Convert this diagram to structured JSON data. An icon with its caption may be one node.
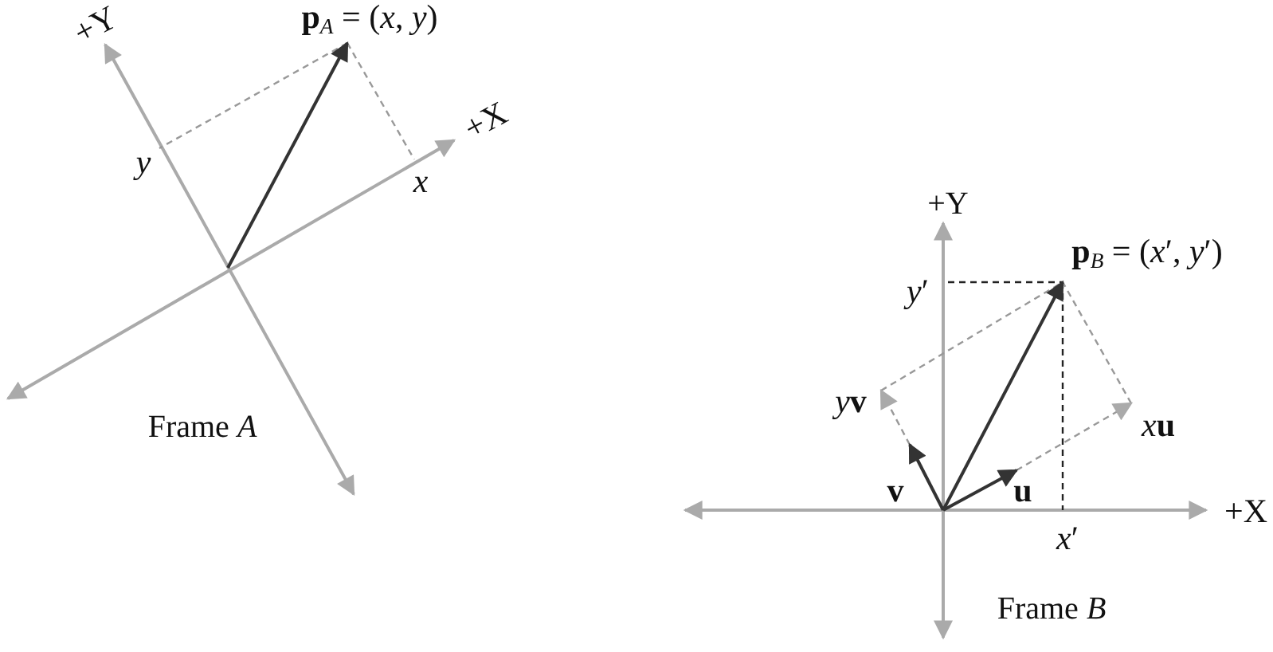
{
  "diagram": {
    "labels": [
      "+Y",
      "**p**$_{A}$ = (*x*, *y*)",
      "+X",
      "*y*",
      "*x*",
      "Frame *A*",
      "+Y",
      "**p**$_{B}$ = (*x*′, *y*′)",
      "*y*′",
      "y**v**",
      "x**u**",
      "**v**",
      "**u**",
      "+X",
      "*x*′",
      "Frame *B*"
    ]
  }
}
